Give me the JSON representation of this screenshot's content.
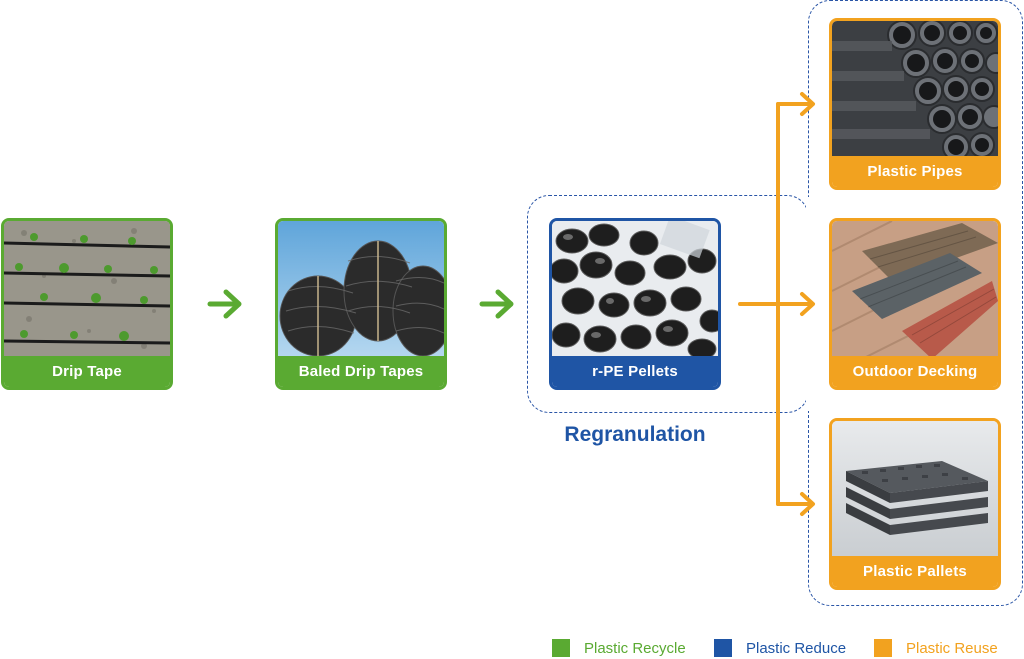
{
  "colors": {
    "recycle": "#5aaa32",
    "reduce": "#1f55a5",
    "reuse": "#f2a21f",
    "dashed_outline": "#2a55a6"
  },
  "steps": [
    {
      "label": "Drip Tape",
      "category": "recycle",
      "image": "drip-tape-field-photo"
    },
    {
      "label": "Baled Drip Tapes",
      "category": "recycle",
      "image": "baled-drip-tape-photo"
    },
    {
      "label": "r-PE Pellets",
      "category": "reduce",
      "image": "black-pellets-photo"
    }
  ],
  "process_label": "Regranulation",
  "products": [
    {
      "label": "Plastic Pipes",
      "category": "reuse",
      "image": "plastic-pipes-photo"
    },
    {
      "label": "Outdoor Decking",
      "category": "reuse",
      "image": "decking-boards-photo"
    },
    {
      "label": "Plastic Pallets",
      "category": "reuse",
      "image": "plastic-pallets-photo"
    }
  ],
  "arrows": [
    {
      "from": "Drip Tape",
      "to": "Baled Drip Tapes",
      "icon": "green-arrow-icon"
    },
    {
      "from": "Baled Drip Tapes",
      "to": "r-PE Pellets",
      "icon": "green-arrow-icon"
    },
    {
      "from": "r-PE Pellets",
      "to": [
        "Plastic Pipes",
        "Outdoor Decking",
        "Plastic Pallets"
      ],
      "icon": "orange-branch-arrow-icon"
    }
  ],
  "legend": [
    {
      "label": "Plastic Recycle",
      "color": "#5aaa32"
    },
    {
      "label": "Plastic Reduce",
      "color": "#1f55a5"
    },
    {
      "label": "Plastic Reuse",
      "color": "#f2a21f"
    }
  ]
}
